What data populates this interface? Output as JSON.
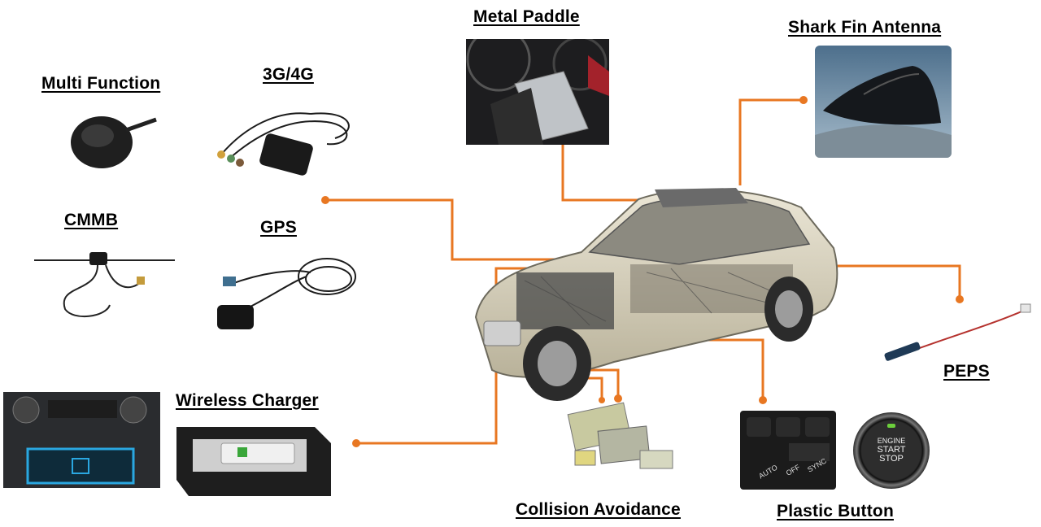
{
  "labels": {
    "metal_paddle": "Metal Paddle",
    "shark_fin_antenna": "Shark Fin Antenna",
    "multi_function": "Multi Function",
    "g34": "3G/4G",
    "cmmb": "CMMB",
    "gps": "GPS",
    "wireless_charger": "Wireless Charger",
    "peps": "PEPS",
    "collision_avoidance": "Collision Avoidance",
    "plastic_button": "Plastic Button"
  },
  "engine_button": {
    "line1": "ENGINE",
    "line2": "START",
    "line3": "STOP"
  },
  "dash_buttons": {
    "auto": "AUTO",
    "off": "OFF",
    "sync": "SYNC"
  },
  "colors": {
    "connector": "#e87722",
    "label": "#000000"
  }
}
